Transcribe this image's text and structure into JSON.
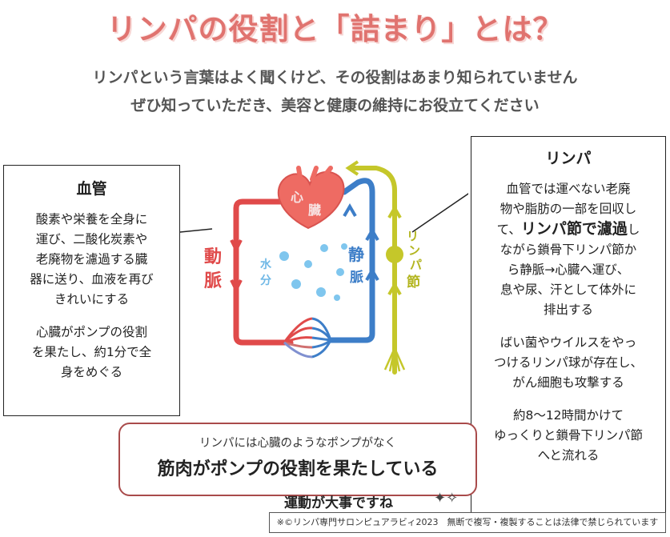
{
  "title": "リンパの役割と「詰まり」とは？",
  "intro": {
    "line1": "リンパという言葉はよく聞くけど、その役割はあまり知られていません",
    "line2": "ぜひ知っていただき、美容と健康の維持にお役立てください"
  },
  "diagram": {
    "heart": [
      "心",
      "臓"
    ],
    "artery": [
      "動",
      "脈"
    ],
    "vein": [
      "静",
      "脈"
    ],
    "lymph_node": [
      "リ",
      "ン",
      "パ",
      "節"
    ],
    "water": [
      "水",
      "分"
    ]
  },
  "blood_vessel": {
    "title": "血管",
    "p1": [
      "酸素や栄養を全身に",
      "運び、二酸化炭素や",
      "老廃物を濾過する臓",
      "器に送り、血液を再び",
      "きれいにする"
    ],
    "p2": [
      "心臓がポンプの役割",
      "を果たし、約1分で全",
      "身をめぐる"
    ]
  },
  "lymph": {
    "title": "リンパ",
    "p1_a": [
      "血管では運べない老廃",
      "物や脂肪の一部を回収し"
    ],
    "p1_b_pre": "て、",
    "p1_b_bold": "リンパ節で濾過",
    "p1_b_post": "し",
    "p1_c": [
      "ながら鎖骨下リンパ節か",
      "ら静脈→心臓へ運び、",
      "息や尿、汗として体外に",
      "排出する"
    ],
    "p2": [
      "ばい菌やウイルスをやっ",
      "つけるリンパ球が存在し、",
      "がん細胞も攻撃する"
    ],
    "p3": [
      "約8～12時間かけて",
      "ゆっくりと鎖骨下リンパ節",
      "へと流れる"
    ]
  },
  "pump": {
    "small": "リンパには心臓のようなポンプがなく",
    "main": "筋肉がポンプの役割を果たしている",
    "exercise": "運動が大事ですね",
    "sparkle": "✦✧"
  },
  "copyright": "※©リンパ専門サロンピュアラビィ2023　無断で複写・複製することは法律で禁じられています",
  "colors": {
    "title": "#e0736f",
    "artery": "#e04a4a",
    "vein": "#3d7ec8",
    "lymph": "#c5c72a",
    "heart": "#ee6b63",
    "water": "#7fc6ee"
  }
}
